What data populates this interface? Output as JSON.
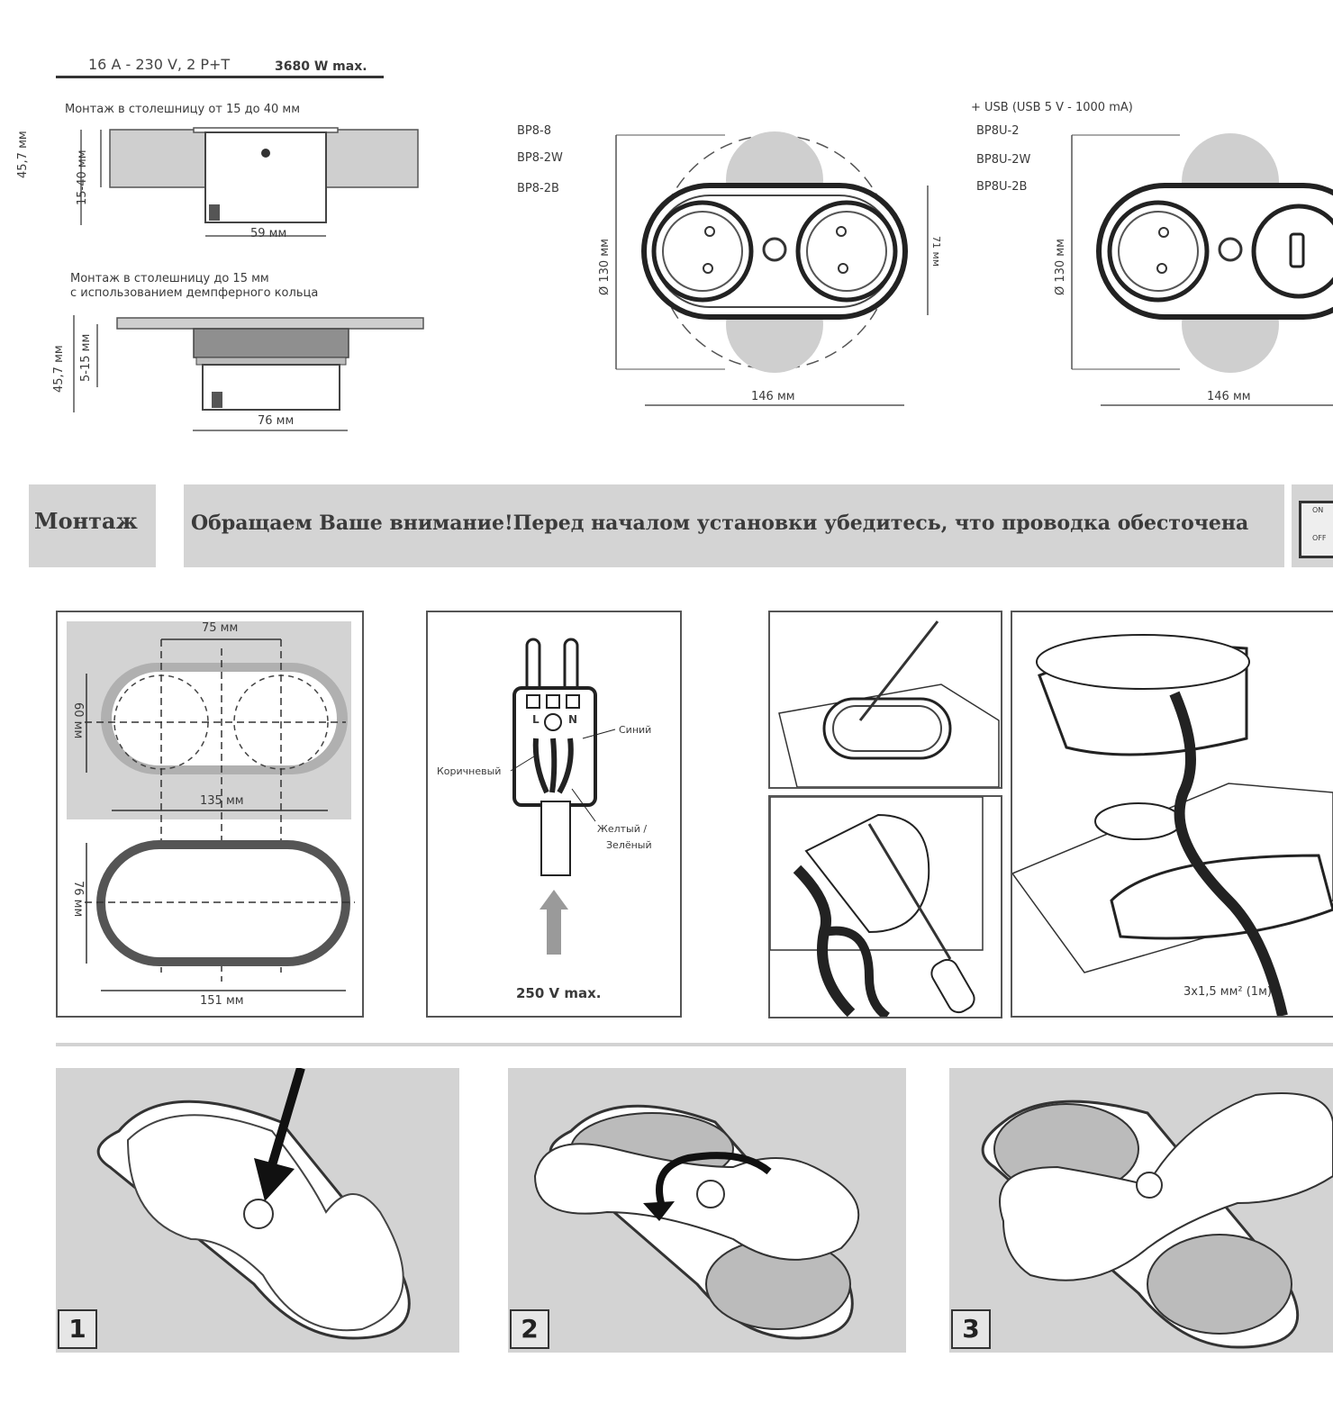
{
  "spec": {
    "rating": "16 A - 230 V, 2 P+T",
    "power": "3680 W max."
  },
  "install_top": {
    "caption": "Монтаж в столешницу от 15 до 40 мм",
    "dim_total": "45,7 мм",
    "dim_range": "15-40 мм",
    "dim_width": "59 мм"
  },
  "install_bottom": {
    "caption_line1": "Монтаж в столешницу до 15 мм",
    "caption_line2": "с использованием демпферного кольца",
    "dim_total": "45,7 мм",
    "dim_range": "5-15 мм",
    "dim_width": "76 мм"
  },
  "model_a": {
    "codes": [
      "BP8-8",
      "BP8-2W",
      "BP8-2B"
    ],
    "dim_diameter": "Ø 130 мм",
    "dim_height": "71 мм",
    "dim_width": "146 мм"
  },
  "model_b": {
    "usb_note": "+ USB (USB 5 V - 1000 mA)",
    "codes": [
      "BP8U-2",
      "BP8U-2W",
      "BP8U-2B"
    ],
    "dim_diameter": "Ø 130 мм",
    "dim_width": "146 мм"
  },
  "banner": {
    "title": "Монтаж",
    "notice": "Обращаем Ваше внимание!Перед началом установки убедитесь, что проводка обесточена",
    "switch_on": "ON",
    "switch_off": "OFF"
  },
  "cutout": {
    "dim_75": "75 мм",
    "dim_60": "60 мм",
    "dim_135": "135 мм",
    "dim_76": "76 мм",
    "dim_151": "151 мм"
  },
  "wiring": {
    "term_l": "L",
    "term_n": "N",
    "blue": "Синий",
    "brown": "Коричневый",
    "yg_line1": "Желтый /",
    "yg_line2": "Зелёный",
    "voltage": "250 V max."
  },
  "cable": {
    "spec": "3x1,5 мм² (1м)"
  },
  "steps": [
    "1",
    "2",
    "3"
  ]
}
